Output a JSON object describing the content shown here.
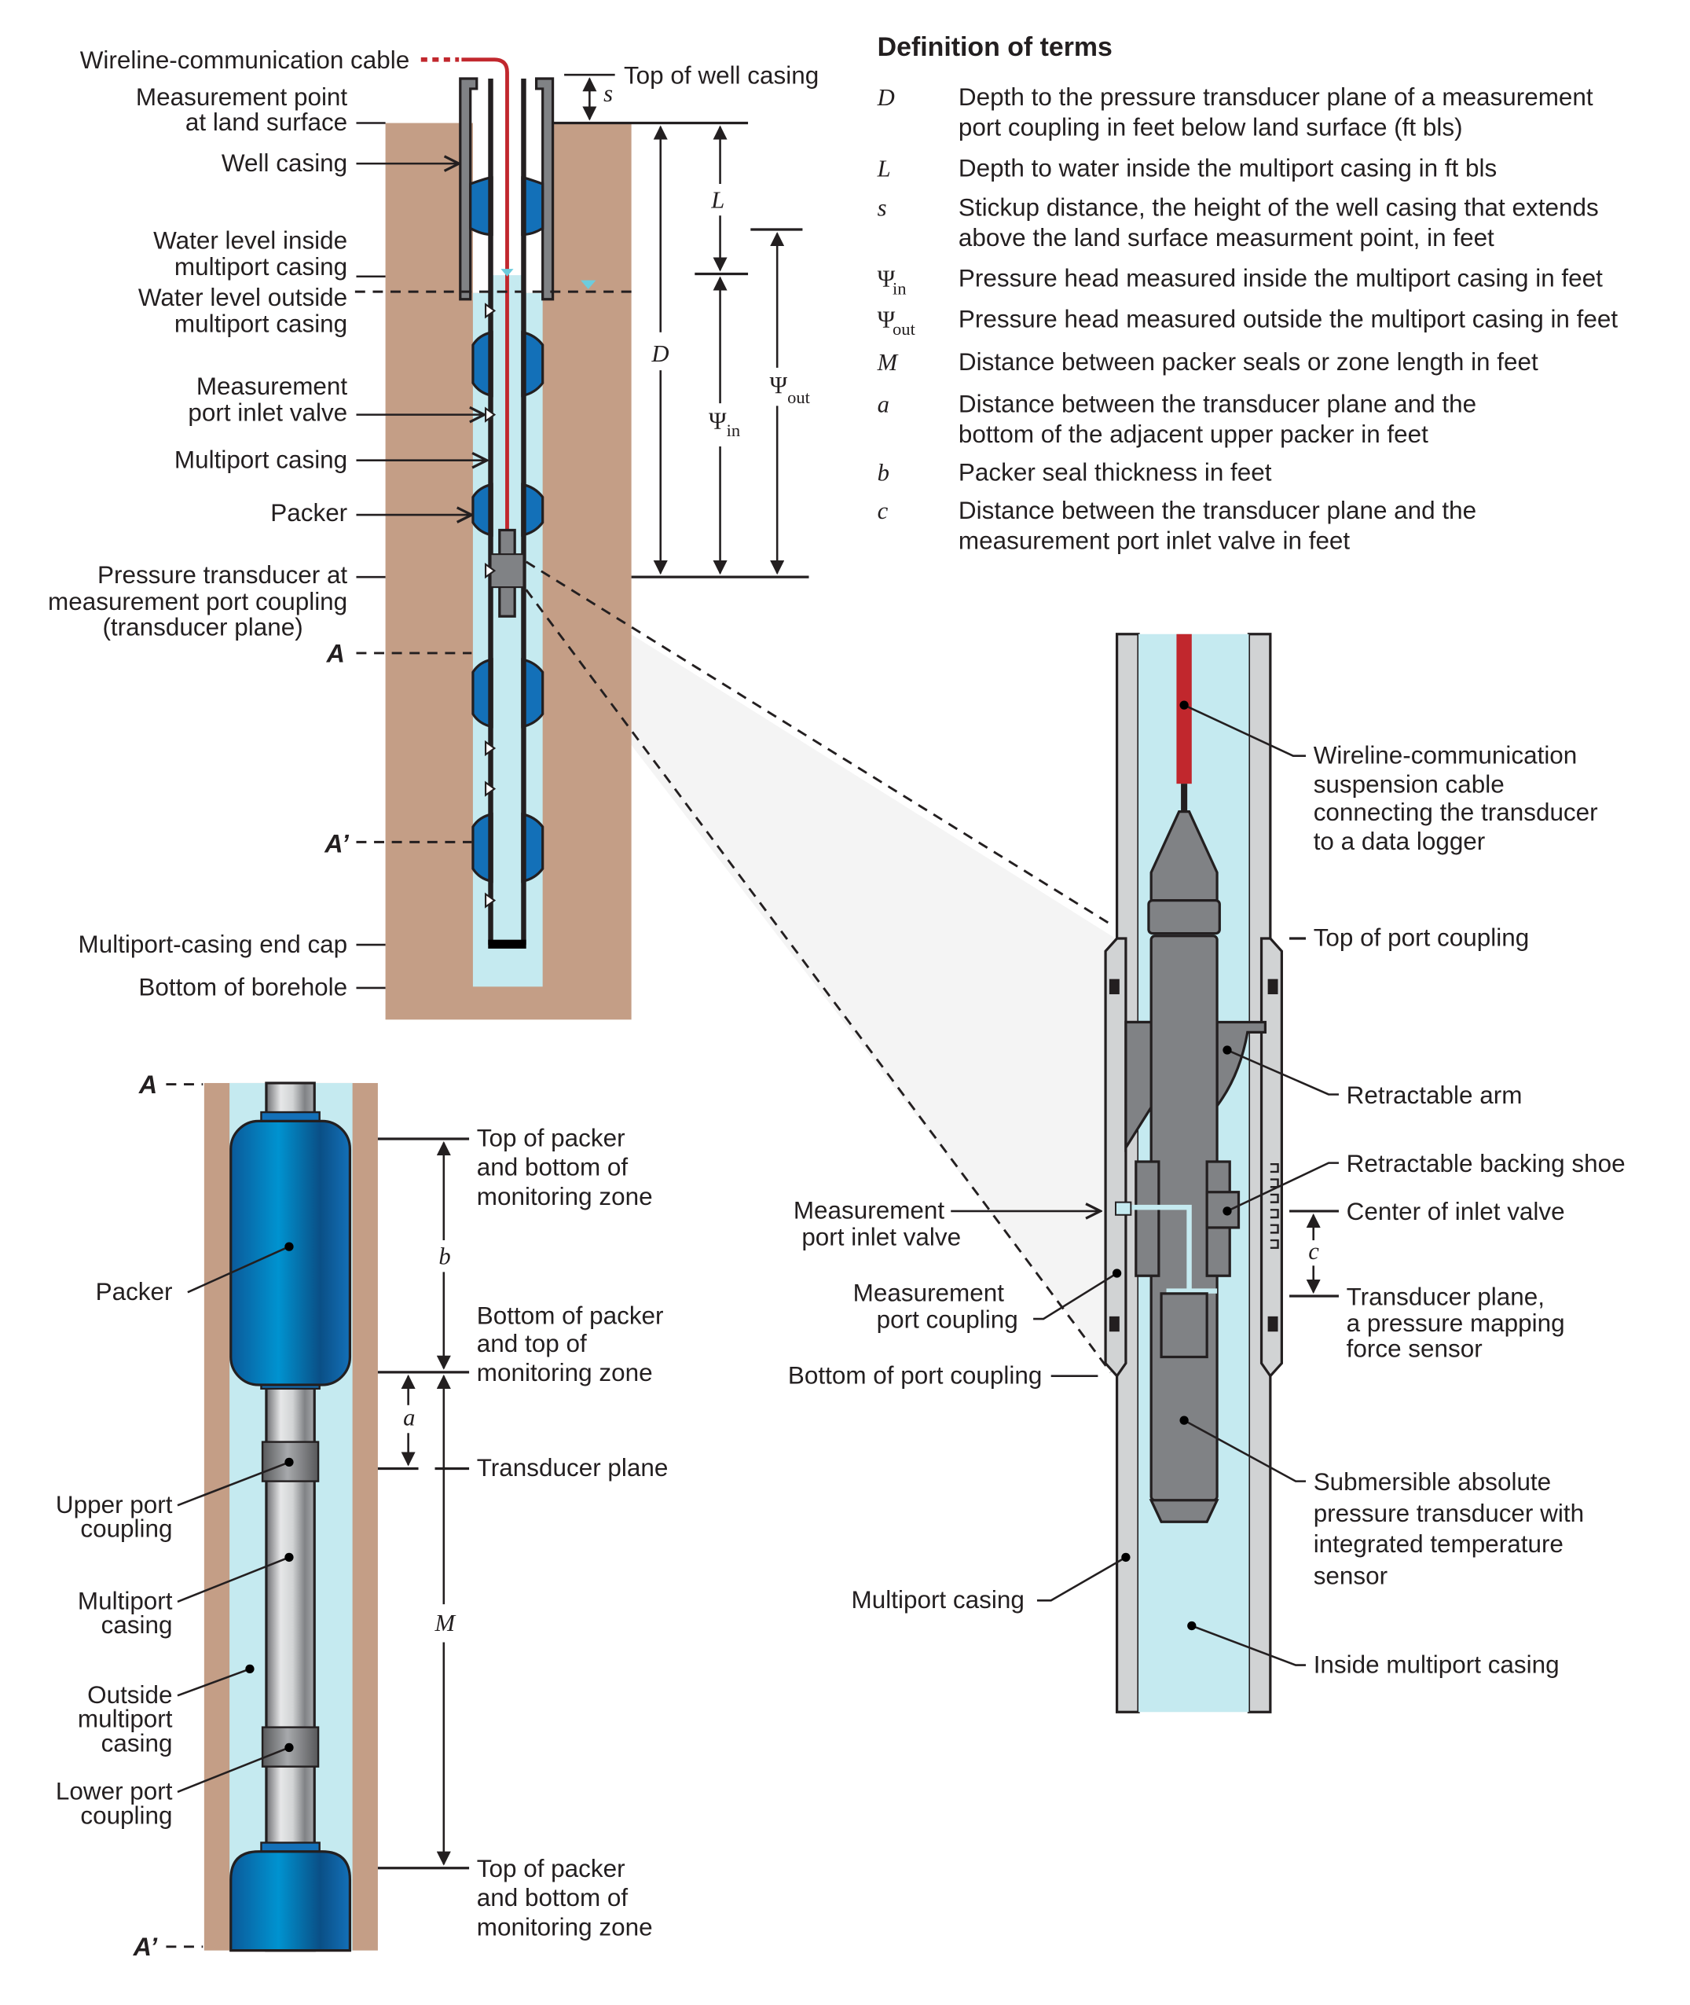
{
  "colors": {
    "earth": "#c49e86",
    "water": "#c5eaf0",
    "packer": "#1370b8",
    "cable": "#c1272d",
    "water_level_marker": "#6cccdd",
    "instrument_gray": "#808285",
    "coupling_light_gray": "#d1d3d4"
  },
  "overview": {
    "labels": {
      "cable": "Wireline-communication cable",
      "top_casing": "Top of well casing",
      "meas_point_1": "Measurement point",
      "meas_point_2": "at land surface",
      "well_casing": "Well casing",
      "wl_inside_1": "Water level inside",
      "wl_inside_2": "multiport casing",
      "wl_outside_1": "Water level outside",
      "wl_outside_2": "multiport casing",
      "inlet_1": "Measurement",
      "inlet_2": "port inlet valve",
      "multiport_casing": "Multiport casing",
      "packer": "Packer",
      "transducer_1": "Pressure transducer at",
      "transducer_2": "measurement port coupling",
      "transducer_3": "(transducer plane)",
      "section_a": "A",
      "section_a_prime": "A’",
      "end_cap": "Multiport-casing end cap",
      "borehole_bottom": "Bottom of borehole"
    },
    "dimensions": {
      "s": "s",
      "L": "L",
      "D": "D",
      "psi": "Ψ",
      "in": "in",
      "out": "out"
    }
  },
  "definitions": {
    "title": "Definition of terms",
    "terms": [
      {
        "symbol": "D",
        "sub": "",
        "lines": [
          "Depth to the pressure transducer plane of a measurement",
          "port coupling in feet below land surface (ft bls)"
        ]
      },
      {
        "symbol": "L",
        "sub": "",
        "lines": [
          "Depth to water inside the multiport casing in ft bls"
        ]
      },
      {
        "symbol": "s",
        "sub": "",
        "lines": [
          "Stickup distance, the height of the well casing that extends",
          "above the land surface measurment point, in feet"
        ]
      },
      {
        "symbol": "Ψ",
        "sub": "in",
        "lines": [
          "Pressure head measured inside the multiport casing in feet"
        ]
      },
      {
        "symbol": "Ψ",
        "sub": "out",
        "lines": [
          "Pressure head measured outside the multiport casing in feet"
        ]
      },
      {
        "symbol": "M",
        "sub": "",
        "lines": [
          "Distance between packer seals or zone length in feet"
        ]
      },
      {
        "symbol": "a",
        "sub": "",
        "lines": [
          "Distance between the transducer plane and the",
          "bottom of the adjacent upper packer in feet"
        ]
      },
      {
        "symbol": "b",
        "sub": "",
        "lines": [
          "Packer seal thickness in feet"
        ]
      },
      {
        "symbol": "c",
        "sub": "",
        "lines": [
          "Distance between the transducer plane and the",
          "measurement port inlet valve in feet"
        ]
      }
    ]
  },
  "section": {
    "labels": {
      "a_top": "A",
      "a_bottom": "A’",
      "top_packer_1": "Top of packer",
      "top_packer_2": "and bottom of",
      "top_packer_3": "monitoring zone",
      "bottom_packer_1": "Bottom of packer",
      "bottom_packer_2": "and top of",
      "bottom_packer_3": "monitoring zone",
      "transducer_plane": "Transducer plane",
      "packer": "Packer",
      "upper_coupling_1": "Upper port",
      "upper_coupling_2": "coupling",
      "multiport_1": "Multiport",
      "multiport_2": "casing",
      "outside_1": "Outside",
      "outside_2": "multiport",
      "outside_3": "casing",
      "lower_coupling_1": "Lower port",
      "lower_coupling_2": "coupling",
      "top_packer2_1": "Top of packer",
      "top_packer2_2": "and bottom of",
      "top_packer2_3": "monitoring zone"
    },
    "dimensions": {
      "a": "a",
      "b": "b",
      "M": "M"
    }
  },
  "detail": {
    "labels": {
      "cable_1": "Wireline-communication",
      "cable_2": "suspension cable",
      "cable_3": "connecting the transducer",
      "cable_4": "to a data logger",
      "top_coupling": "Top of port coupling",
      "retract_arm": "Retractable arm",
      "backing_shoe": "Retractable backing shoe",
      "center_inlet": "Center of inlet valve",
      "inlet_1": "Measurement",
      "inlet_2": "port inlet valve",
      "coupling_1": "Measurement",
      "coupling_2": "port coupling",
      "tp_1": "Transducer plane,",
      "tp_2": "a pressure mapping",
      "tp_3": "force sensor",
      "bottom_coupling": "Bottom of port coupling",
      "sensor_1": "Submersible absolute",
      "sensor_2": "pressure transducer with",
      "sensor_3": "integrated temperature",
      "sensor_4": "sensor",
      "multiport": "Multiport casing",
      "inside": "Inside multiport casing"
    },
    "dimensions": {
      "c": "c"
    }
  }
}
